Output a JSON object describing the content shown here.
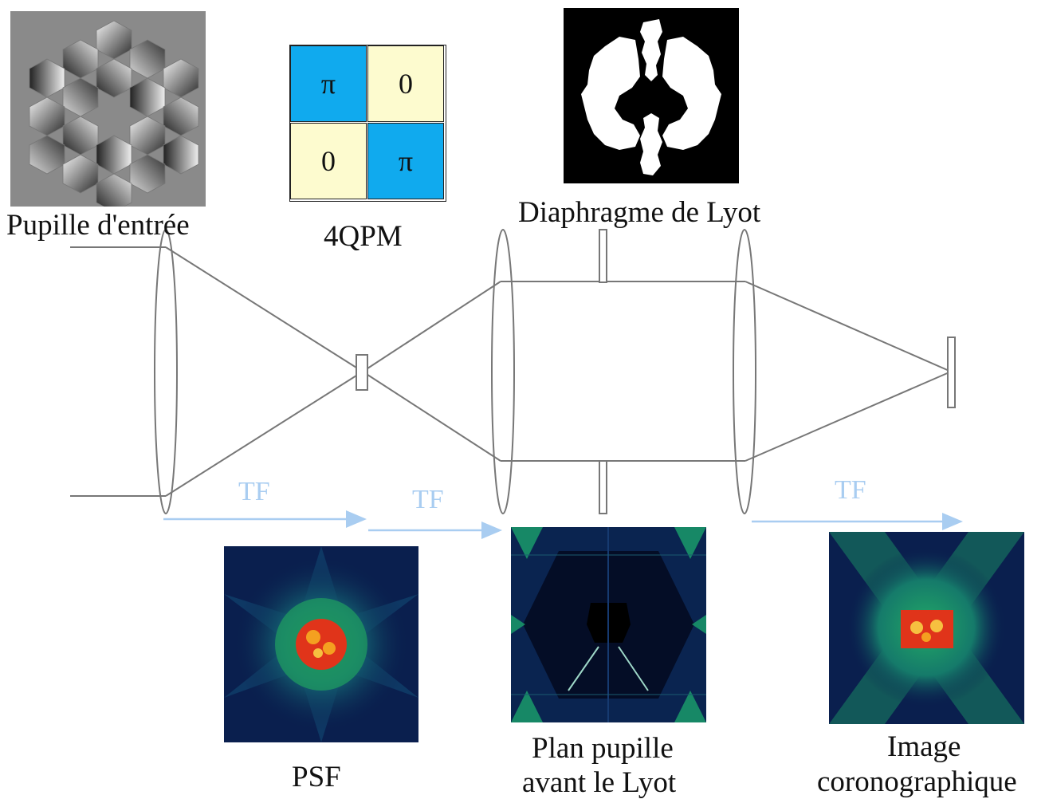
{
  "labels": {
    "entrance_pupil": "Pupille d'entrée",
    "mask": "4QPM",
    "lyot_stop": "Diaphragme de Lyot",
    "psf": "PSF",
    "pupil_plane_line1": "Plan pupille",
    "pupil_plane_line2": "avant le Lyot",
    "corono_line1": "Image",
    "corono_line2": "coronographique",
    "tf1": "TF",
    "tf2": "TF",
    "tf3": "TF"
  },
  "quadrants": {
    "top_left": "π",
    "top_right": "0",
    "bottom_left": "0",
    "bottom_right": "π"
  },
  "colors": {
    "phase_pi": "#10aaee",
    "phase_zero": "#fdfbcf",
    "tf_arrow": "#a9cdf1",
    "beam": "#777777",
    "psf_background": "#0a1f4e",
    "speckle_core": "#e0341a"
  }
}
